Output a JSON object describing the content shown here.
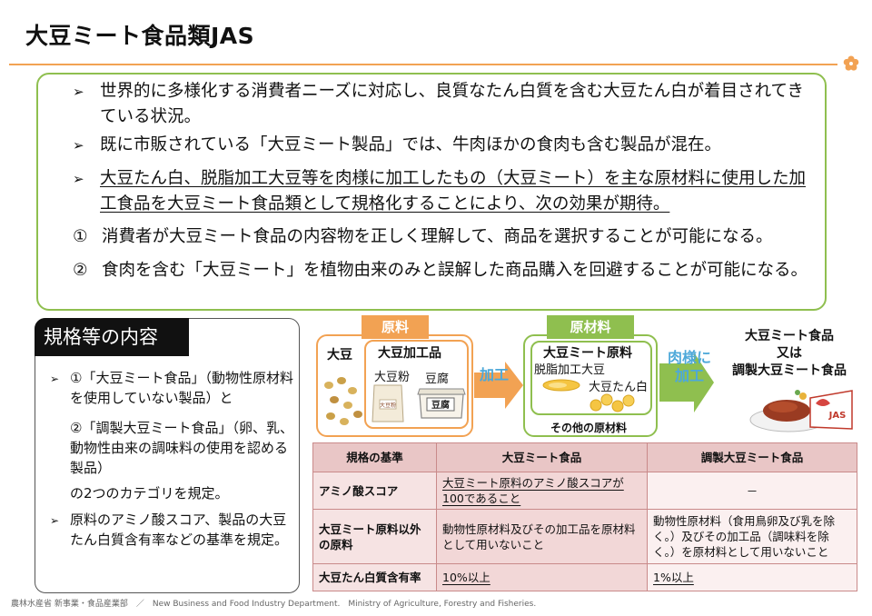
{
  "title": "大豆ミート食品類JAS",
  "summary": {
    "bullet1": "世界的に多様化する消費者ニーズに対応し、良質なたん白質を含む大豆たん白が着目されてきている状況。",
    "bullet2": "既に市販されている「大豆ミート製品」では、牛肉ほかの食肉も含む製品が混在。",
    "bullet3": "大豆たん白、脱脂加工大豆等を肉様に加工したもの（大豆ミート）を主な原材料に使用した加工食品を大豆ミート食品類として規格化することにより、次の効果が期待。",
    "effect1_num": "①",
    "effect1": "消費者が大豆ミート食品の内容物を正しく理解して、商品を選択することが可能になる。",
    "effect2_num": "②",
    "effect2": "食肉を含む「大豆ミート」を植物由来のみと誤解した商品購入を回避することが可能になる。"
  },
  "left_panel": {
    "heading": "規格等の内容",
    "item1": "①「大豆ミート食品」（動物性原材料を使用していない製品）と",
    "item2": "②「調製大豆ミート食品」（卵、乳、動物性由来の調味料の使用を認める製品）",
    "item3": "の2つのカテゴリを規定。",
    "item4": "原料のアミノ酸スコア、製品の大豆たん白質含有率などの基準を規定。"
  },
  "diagram": {
    "raw_tag": "原料",
    "soybean": "大豆",
    "processed_label": "大豆加工品",
    "soy_flour": "大豆粉",
    "tofu": "豆腐",
    "flour_bag_text": "大豆粉",
    "tofu_pack_text": "豆腐",
    "arrow1": "加工",
    "material_tag": "原材料",
    "soymeat_material": "大豆ミート原料",
    "defatted_soy": "脱脂加工大豆",
    "soy_protein": "大豆たん白",
    "other_materials": "その他の原材料",
    "arrow2_line1": "肉様に",
    "arrow2_line2": "加工",
    "result_line1": "大豆ミート食品",
    "result_line2": "又は",
    "result_line3": "調製大豆ミート食品",
    "jas_mark": "JAS"
  },
  "colors": {
    "orange": "#f2a253",
    "green": "#8fbf4f",
    "blue": "#4da8d9",
    "table_border": "#c98a8a"
  },
  "table": {
    "headers": [
      "規格の基準",
      "大豆ミート食品",
      "調製大豆ミート食品"
    ],
    "rows": [
      [
        "アミノ酸スコア",
        "大豆ミート原料のアミノ酸スコアが100であること",
        "－"
      ],
      [
        "大豆ミート原料以外の原料",
        "動物性原材料及びその加工品を原材料として用いないこと",
        "動物性原材料（食用鳥卵及び乳を除く。）及びその加工品（調味料を除く。）を原材料として用いないこと"
      ],
      [
        "大豆たん白質含有率",
        "10%以上",
        "1%以上"
      ]
    ]
  },
  "footer": "農林水産省 新事業・食品産業部　／　New Business and Food Industry Department.　Ministry of Agriculture, Forestry and Fisheries."
}
